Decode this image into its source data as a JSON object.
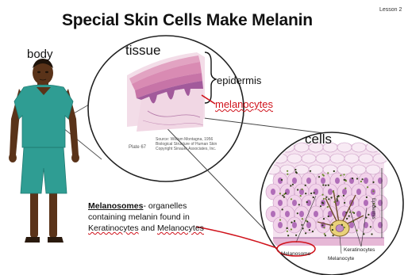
{
  "title": "Special Skin Cells Make Melanin",
  "lesson": "Lesson 2",
  "body_label": "body",
  "tissue_label": "tissue",
  "epidermis_label": "epidermis",
  "melanocytes_label": "melanocytes",
  "cells_label": "cells",
  "note": {
    "term": "Melanosomes",
    "line1_rest": "- organelles",
    "line2": "containing melanin found in",
    "line3a": "Keratinocytes",
    "line3b": " and ",
    "line3c": "Melanocytes"
  },
  "cell_labels": {
    "melanosome": "Melanosome",
    "melanocyte": "Melanocyte",
    "keratinocytes": "Keratinocytes",
    "epidermis_side": "Epidermis"
  },
  "tissue_caption": [
    "Source: William Montagna, 1956",
    "Biological Structure of Human Skin",
    "Copyright Sinauer Associates, Inc."
  ],
  "tissue_figure_no": "Plate 67",
  "colors": {
    "skin_dark": "#5a3319",
    "shirt": "#2f9d93",
    "shirt_shadow": "#1f7a72",
    "accent_red": "#d0121b",
    "tissue_pink": "#e8a8c4",
    "tissue_purple": "#9a5aa0",
    "cell_pink": "#f2d3ea",
    "cell_purple": "#b06db8"
  }
}
